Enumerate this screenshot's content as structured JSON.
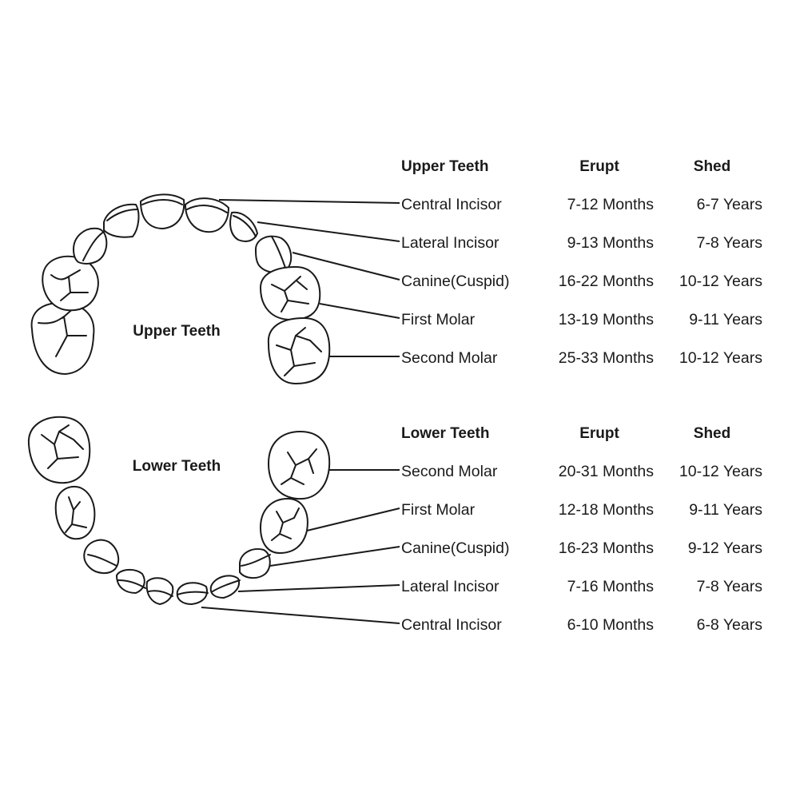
{
  "upper": {
    "label": "Upper Teeth",
    "headers": {
      "name": "Upper Teeth",
      "erupt": "Erupt",
      "shed": "Shed"
    },
    "rows": [
      {
        "name": "Central Incisor",
        "erupt": "7-12 Months",
        "shed": "6-7 Years"
      },
      {
        "name": "Lateral Incisor",
        "erupt": "9-13 Months",
        "shed": "7-8 Years"
      },
      {
        "name": "Canine(Cuspid)",
        "erupt": "16-22 Months",
        "shed": "10-12 Years"
      },
      {
        "name": "First Molar",
        "erupt": "13-19 Months",
        "shed": "9-11 Years"
      },
      {
        "name": "Second Molar",
        "erupt": "25-33 Months",
        "shed": "10-12 Years"
      }
    ]
  },
  "lower": {
    "label": "Lower Teeth",
    "headers": {
      "name": "Lower Teeth",
      "erupt": "Erupt",
      "shed": "Shed"
    },
    "rows": [
      {
        "name": "Second Molar",
        "erupt": "20-31 Months",
        "shed": "10-12 Years"
      },
      {
        "name": "First Molar",
        "erupt": "12-18 Months",
        "shed": "9-11 Years"
      },
      {
        "name": "Canine(Cuspid)",
        "erupt": "16-23 Months",
        "shed": "9-12 Years"
      },
      {
        "name": "Lateral Incisor",
        "erupt": "7-16 Months",
        "shed": "7-8 Years"
      },
      {
        "name": "Central Incisor",
        "erupt": "6-10 Months",
        "shed": "6-8 Years"
      }
    ]
  }
}
